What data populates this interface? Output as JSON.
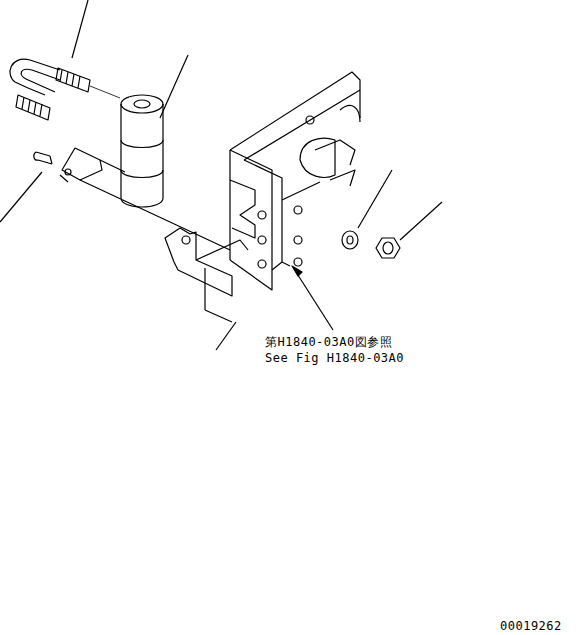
{
  "diagram": {
    "labels": [
      "第H1840-03A0図参照",
      "See Fig H1840-03A0",
      "00019262"
    ]
  }
}
